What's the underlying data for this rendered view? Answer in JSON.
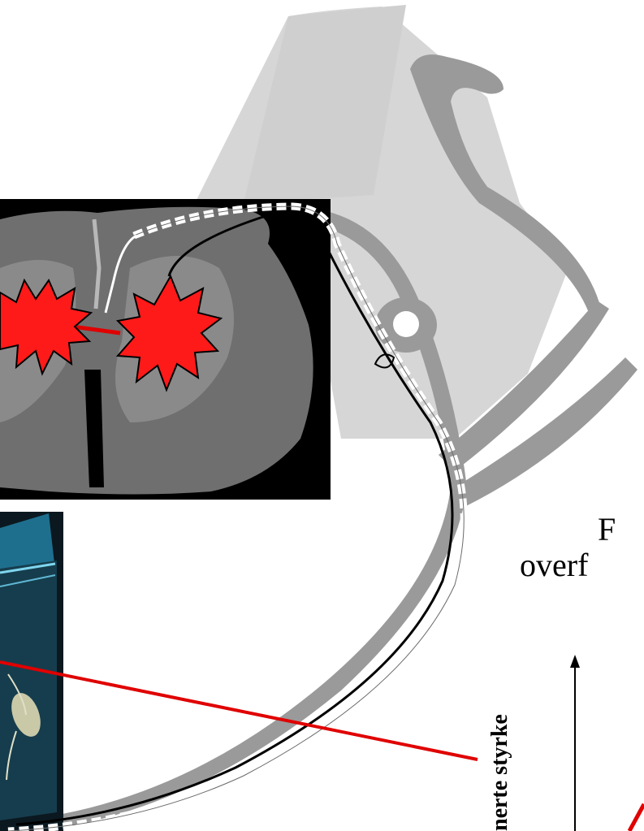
{
  "diagram": {
    "heading_lines": [
      "F",
      "overf"
    ],
    "axis_label": "nerte styrke"
  },
  "colors": {
    "background": "#ffffff",
    "silhouette": "#d6d6d6",
    "nerve_gray": "#9a9a9a",
    "cord_photo_bg": "#000000",
    "cord_tissue": "#6f6f6f",
    "burst_fill": "#ff1a1a",
    "connector_line": "#e00000",
    "neuron_line": "#000000",
    "dashed_path": "#ffffff",
    "cube_teal": "#1e6f8e"
  },
  "icons": {
    "pain_burst_left": "star-burst-icon",
    "pain_burst_right": "star-burst-icon",
    "sensory_receptor": "nerve-ending-icon"
  }
}
